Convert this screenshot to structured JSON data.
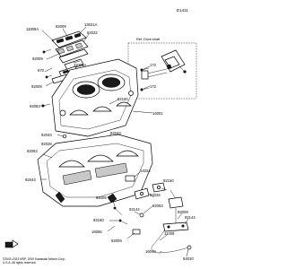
{
  "diagram_code": "E1411",
  "ref_label": "Ref. Drive shaft",
  "parts": {
    "p11009a": "11009A",
    "p92009a": "92009",
    "p13021a": "13021A",
    "p92022": "92022",
    "p11009b": "11009A",
    "p92009b": "92009",
    "p92022b": "92022",
    "p670": "670",
    "p92009c": "92009",
    "p172a": "172",
    "p172b": "172",
    "p92150a": "92150",
    "p92063a": "92063",
    "p14001": "14001",
    "p92043a": "92043",
    "p92028": "92028",
    "p92043b": "92043",
    "p92063b": "92063",
    "p92043c": "92043",
    "p14024": "14024",
    "p92026": "92026",
    "p92150b": "92150",
    "p92063c": "92063",
    "p92009d": "92009",
    "p92160": "92160",
    "p92144": "92144",
    "p16065": "16065",
    "p92009e": "92009",
    "p11009c": "11009",
    "p92009f": "92009",
    "p92144b": "92144",
    "p16049": "16049",
    "p54010": "54010"
  },
  "footer": {
    "line1": "©2000-2023 MSP, 2000 Kawasaki Motors Corp.,",
    "line2": "U.S.A. All rights reserved."
  }
}
